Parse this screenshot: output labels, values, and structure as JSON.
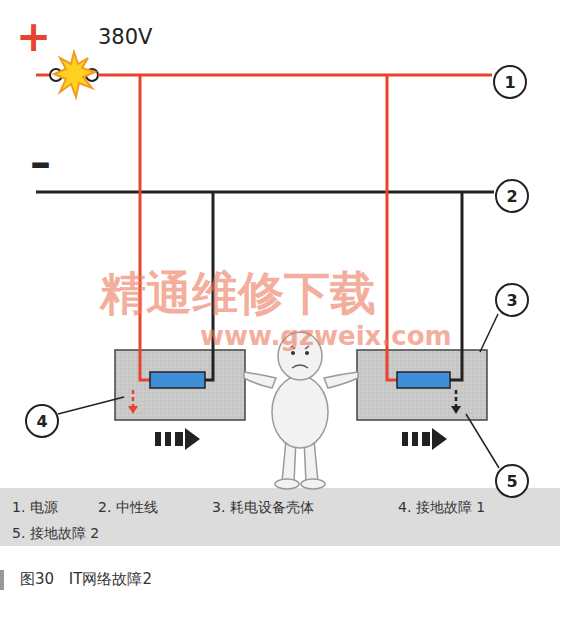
{
  "diagram": {
    "caption": "图30 IT网络故障2",
    "nodes": [
      {
        "text": [
          "1"
        ]
      },
      {
        "text": [
          "2"
        ]
      },
      {
        "text": [
          "3"
        ]
      },
      {
        "text": [
          "4"
        ]
      },
      {
        "text": [
          "5"
        ]
      }
    ],
    "labels": [
      "+",
      "380V",
      "–",
      "精通维修下载",
      "www.gzweix.com",
      "1. 电源",
      "2. 中性线",
      "3. 耗电设备壳体",
      "4. 接地故障 1",
      "5. 接地故障 2"
    ]
  }
}
